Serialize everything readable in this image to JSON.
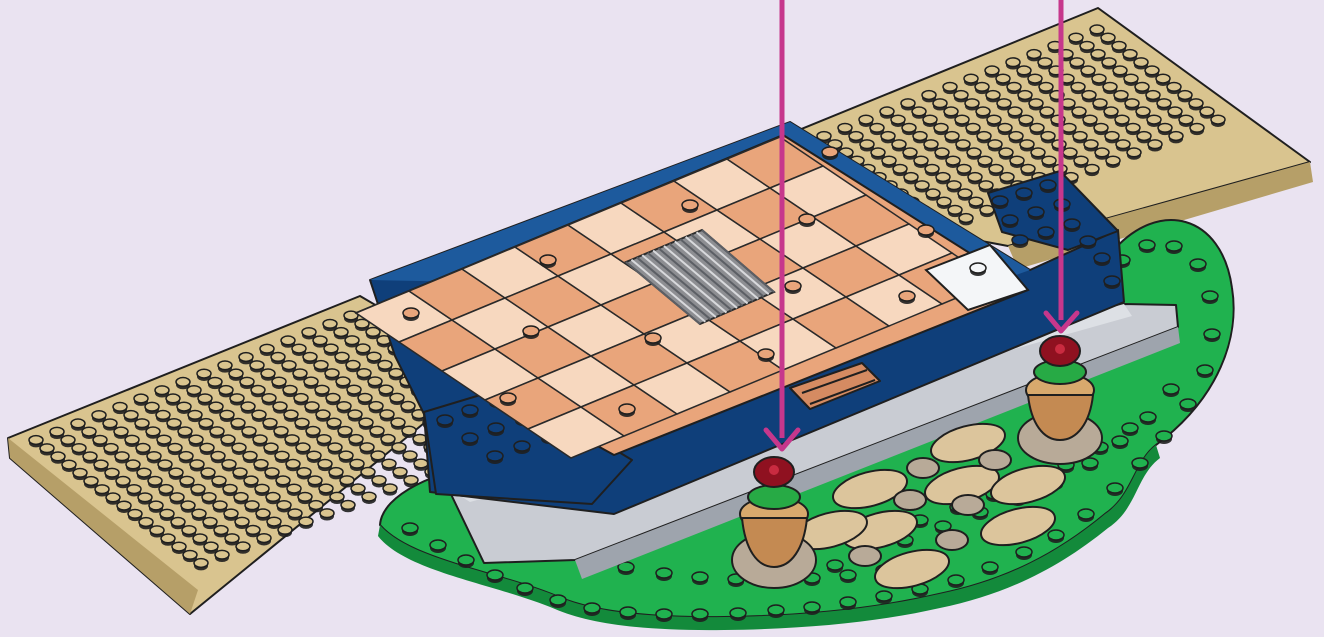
{
  "image": {
    "kind": "building-instruction-step",
    "background_color": "#eae3f1"
  },
  "colors": {
    "tan_plate": "#d9c48f",
    "tan_plate_dark": "#b69f68",
    "green_base": "#20b24f",
    "green_base_dark": "#138a3b",
    "dark_blue": "#0f3f7a",
    "dark_blue_light": "#1d5a9d",
    "peach_light": "#f7d8bf",
    "peach_medium": "#e9a57b",
    "light_gray": "#c9ccd3",
    "medium_gray": "#9ea4ad",
    "white_tile": "#f4f6f8",
    "flower_red": "#8f1120",
    "pot_tan": "#d8a96d",
    "stone_tan": "#dcc59c",
    "stone_gray": "#b8aa98",
    "arrow_magenta": "#c6378c"
  },
  "callouts": [
    {
      "name": "left-flower-arrow",
      "icon": "arrow-down-icon"
    },
    {
      "name": "right-flower-arrow",
      "icon": "arrow-down-icon"
    }
  ],
  "parts": [
    {
      "name": "left-tan-plate",
      "color_key": "tan_plate"
    },
    {
      "name": "right-tan-plate",
      "color_key": "tan_plate"
    },
    {
      "name": "green-base-plate",
      "color_key": "green_base"
    },
    {
      "name": "checkered-floor",
      "color_key": "peach_light"
    },
    {
      "name": "left-flower-pot",
      "color_key": "pot_tan"
    },
    {
      "name": "right-flower-pot",
      "color_key": "pot_tan"
    },
    {
      "name": "stepping-stones",
      "color_key": "stone_tan"
    }
  ]
}
